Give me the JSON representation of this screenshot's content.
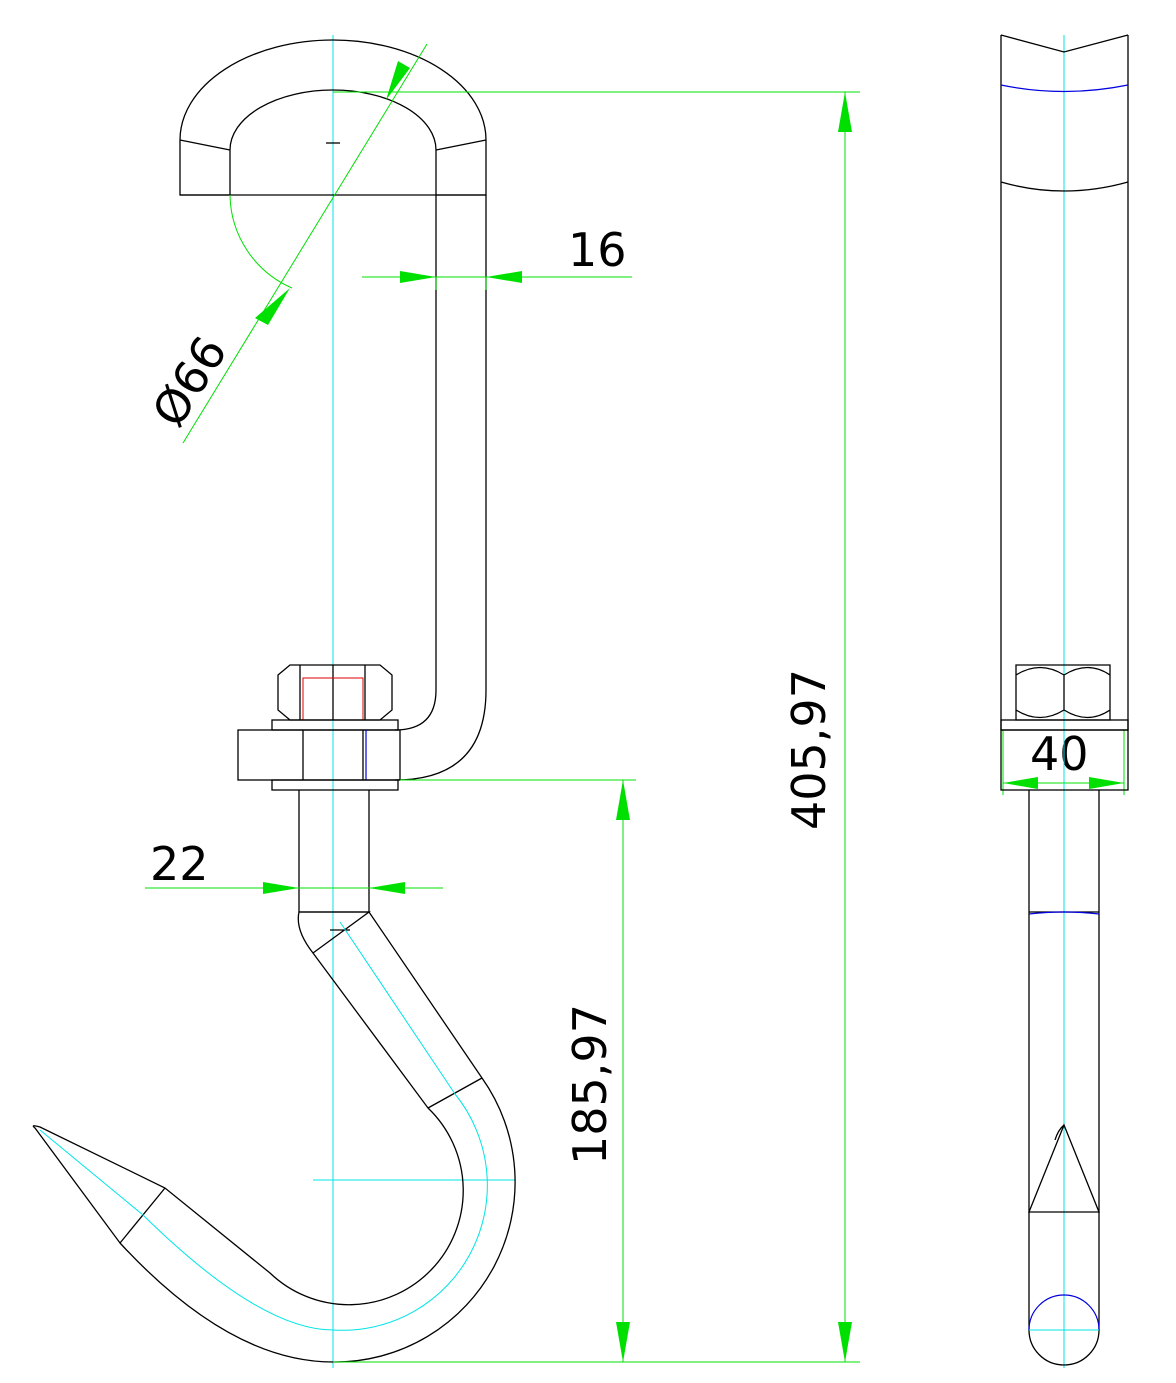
{
  "drawing": {
    "dimensions": {
      "overall_height": "405,97",
      "lower_height": "185,97",
      "rod_width": "16",
      "shank_width": "22",
      "hook_diameter": "Ø66",
      "nut_width": "40"
    },
    "colors": {
      "outline": "#000000",
      "centerline": "#00e5e5",
      "dimension": "#00e000",
      "hidden": "#0000e0",
      "thread": "#e00000"
    }
  }
}
